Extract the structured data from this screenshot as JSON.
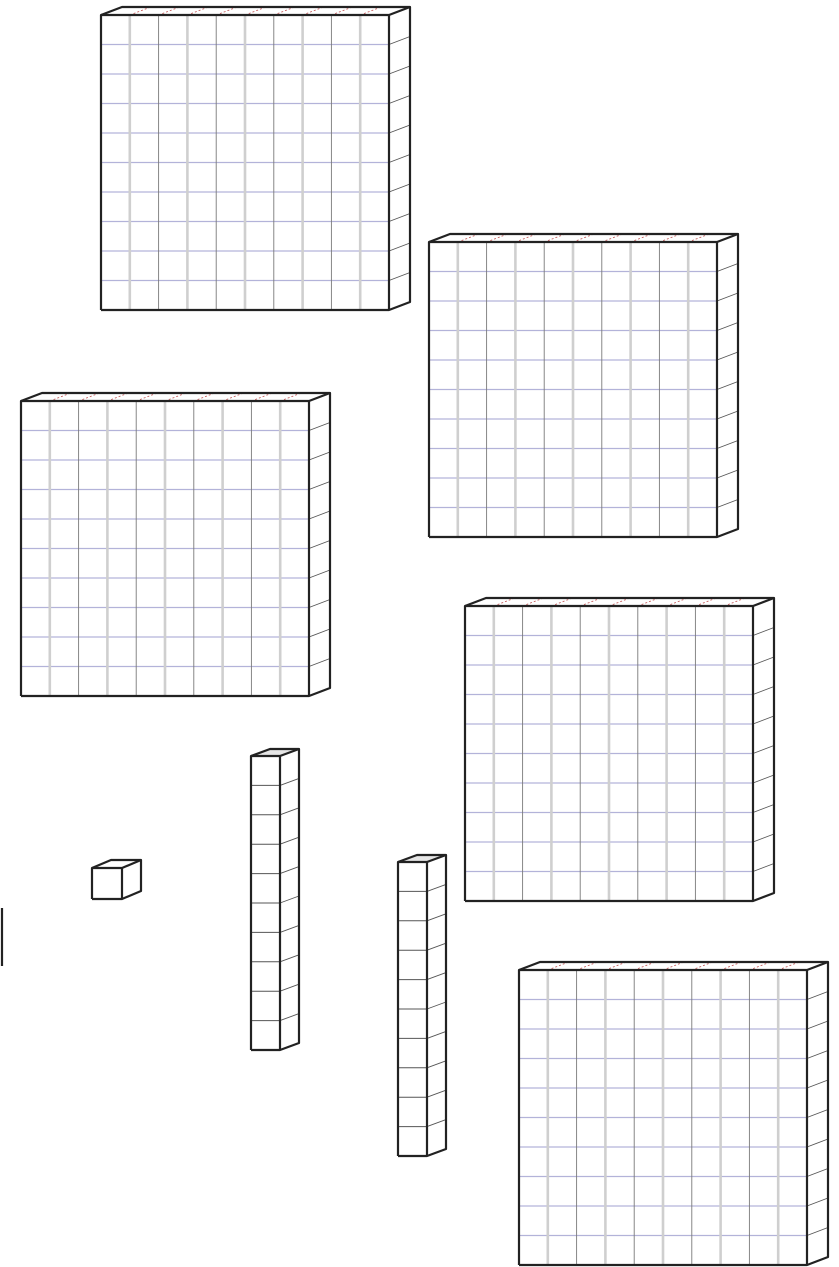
{
  "blocks": {
    "flats": {
      "count": 5,
      "units_each": 100
    },
    "rods": {
      "count": 2,
      "units_each": 10
    },
    "units": {
      "count": 1,
      "units_each": 1
    }
  },
  "colors": {
    "edge": "#222222",
    "grid_horizontal": "#b3b3d9",
    "grid_vertical": "#7a7a7a",
    "background": "#ffffff"
  }
}
